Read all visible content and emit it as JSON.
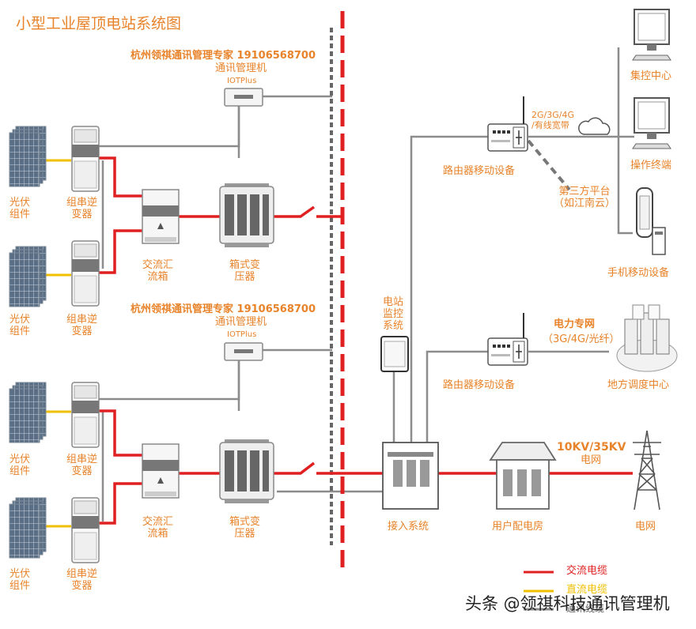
{
  "title": "小型工业屋顶电站系统图",
  "brand": "杭州领祺通讯管理专家 19106568700",
  "comm_manager": "通讯管理机",
  "iot_model": "IOTPlus",
  "pv": [
    "光伏",
    "组件"
  ],
  "inverter": [
    "组串逆",
    "变器"
  ],
  "combiner": [
    "交流汇",
    "流箱"
  ],
  "transformer": [
    "箱式变",
    "压器"
  ],
  "monitor": [
    "电站",
    "监控",
    "系统"
  ],
  "router": "路由器移动设备",
  "network_top": [
    "2G/3G/4G",
    "/有线宽带"
  ],
  "third_party": [
    "第三方平台",
    "（如江南云）"
  ],
  "control_center": "集控中心",
  "operator_terminal": "操作终端",
  "mobile_device": "手机移动设备",
  "power_network": [
    "电力专网",
    "（3G/4G/光纤）"
  ],
  "dispatch_center": "地方调度中心",
  "grid_voltage": [
    "10KV/35KV",
    "电网"
  ],
  "access_system": "接入系统",
  "distribution_room": "用户配电房",
  "grid": "电网",
  "legend": [
    "交流电缆",
    "直流电缆",
    "通讯线缆"
  ],
  "watermark": "头条 @领祺科技通讯管理机",
  "colors": {
    "ac": "#e02020",
    "dc": "#f0c000",
    "comm": "#8c8c8c",
    "text": "#e8832a"
  }
}
